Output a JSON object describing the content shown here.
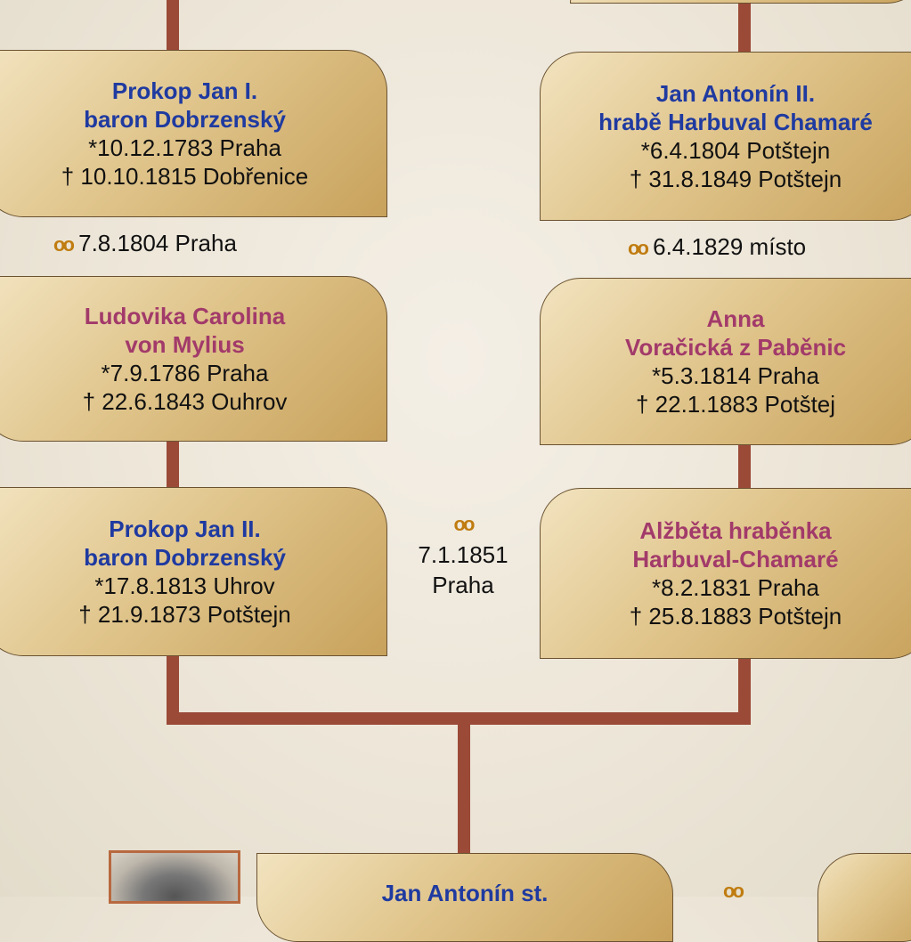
{
  "couples": [
    {
      "husband": {
        "name1": "Prokop Jan I.",
        "name2": "baron Dobrzenský",
        "birth": "*10.12.1783 Praha",
        "death": "† 10.10.1815 Dobřenice"
      },
      "marriage": "7.8.1804 Praha",
      "wife": {
        "name1": "Ludovika Carolina",
        "name2": "von Mylius",
        "birth": "*7.9.1786 Praha",
        "death": "† 22.6.1843 Ouhrov"
      }
    },
    {
      "husband": {
        "name1": "Jan Antonín II.",
        "name2": "hrabě Harbuval Chamaré",
        "birth": "*6.4.1804 Potštejn",
        "death": "† 31.8.1849 Potštejn"
      },
      "marriage": "6.4.1829 místo",
      "wife": {
        "name1": "Anna",
        "name2": "Voračická z Paběnic",
        "birth": "*5.3.1814 Praha",
        "death": "† 22.1.1883 Potštej"
      }
    }
  ],
  "children": {
    "left": {
      "name1": "Prokop Jan II.",
      "name2": "baron Dobrzenský",
      "birth": "*17.8.1813 Uhrov",
      "death": "† 21.9.1873 Potštejn"
    },
    "right": {
      "name1": "Alžběta hraběnka",
      "name2": "Harbuval-Chamaré",
      "birth": "*8.2.1831 Praha",
      "death": "† 25.8.1883 Potštejn"
    },
    "marriage_line1": "7.1.1851",
    "marriage_line2": "Praha"
  },
  "bottom": {
    "name": "Jan Antonín st."
  },
  "marriage_symbol": "oo",
  "colors": {
    "connector": "#9b4a38",
    "male_name": "#1f3aa0",
    "female_name": "#a23a6a",
    "rings": "#c07c10"
  }
}
